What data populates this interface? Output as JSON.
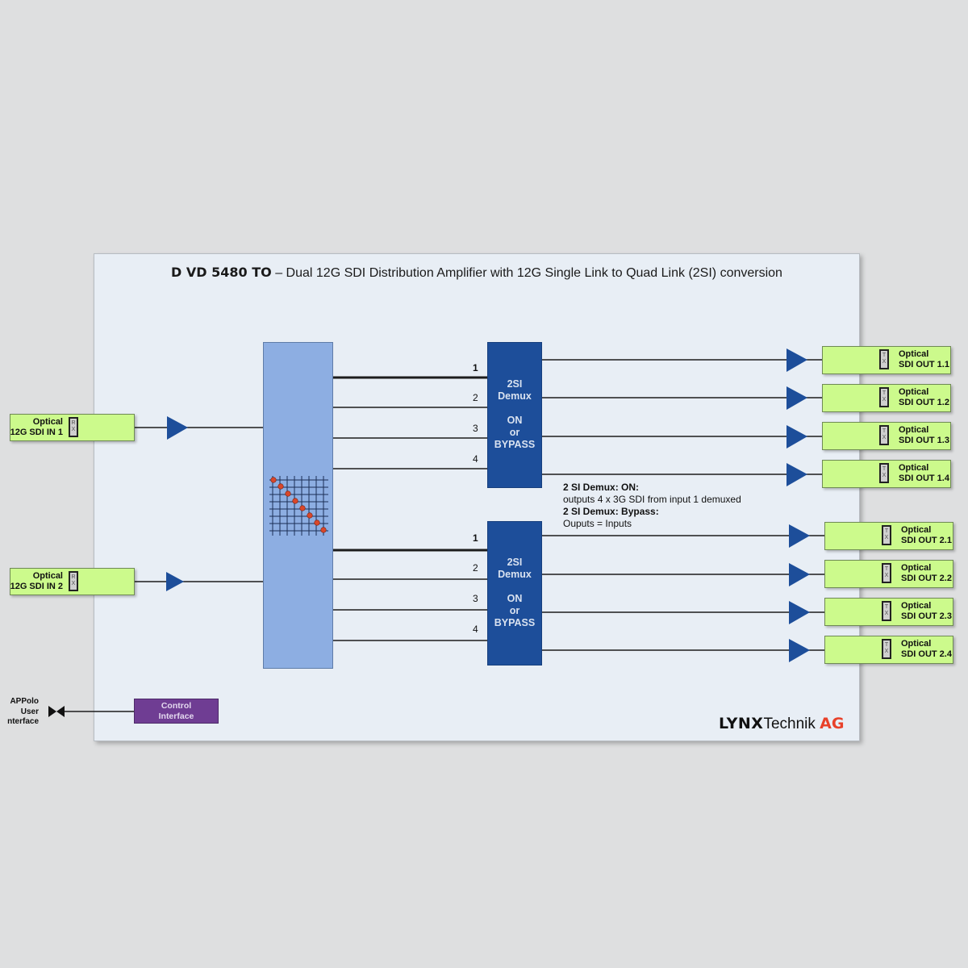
{
  "title": {
    "model": "D VD 5480 TO",
    "description": " – Dual 12G SDI Distribution Amplifier with 12G Single Link to Quad Link (2SI) conversion"
  },
  "inputs": [
    {
      "line1": "Optical",
      "line2": "12G SDI IN 1",
      "connector": "RX"
    },
    {
      "line1": "Optical",
      "line2": "12G SDI IN 2",
      "connector": "RX"
    }
  ],
  "demux_blocks": [
    {
      "line1": "2SI",
      "line2": "Demux",
      "line3": "ON",
      "line4": "or",
      "line5": "BYPASS",
      "channels": [
        "1",
        "2",
        "3",
        "4"
      ]
    },
    {
      "line1": "2SI",
      "line2": "Demux",
      "line3": "ON",
      "line4": "or",
      "line5": "BYPASS",
      "channels": [
        "1",
        "2",
        "3",
        "4"
      ]
    }
  ],
  "outputs": [
    {
      "line1": "Optical",
      "line2": "SDI OUT 1.1",
      "connector": "TX"
    },
    {
      "line1": "Optical",
      "line2": "SDI OUT 1.2",
      "connector": "TX"
    },
    {
      "line1": "Optical",
      "line2": "SDI OUT 1.3",
      "connector": "TX"
    },
    {
      "line1": "Optical",
      "line2": "SDI OUT 1.4",
      "connector": "TX"
    },
    {
      "line1": "Optical",
      "line2": "SDI OUT 2.1",
      "connector": "TX"
    },
    {
      "line1": "Optical",
      "line2": "SDI OUT 2.2",
      "connector": "TX"
    },
    {
      "line1": "Optical",
      "line2": "SDI OUT 2.3",
      "connector": "TX"
    },
    {
      "line1": "Optical",
      "line2": "SDI OUT 2.4",
      "connector": "TX"
    }
  ],
  "note": {
    "on_heading": "2 SI Demux: ON:",
    "on_text": "outputs 4 x 3G SDI from input 1 demuxed",
    "bypass_heading": "2 SI Demux: Bypass:",
    "bypass_text": "Ouputs = Inputs"
  },
  "control": {
    "line1": "Control",
    "line2": "Interface"
  },
  "appolo": {
    "line1": "APPolo",
    "line2": "User",
    "line3": "nterface"
  },
  "logo": {
    "brand": "LYNX",
    "name": "Technik",
    "suffix": "AG"
  },
  "colors": {
    "panel": "#e8eef5",
    "green": "#ccfa8c",
    "demux": "#1d4e9a",
    "matrix": "#8daee2",
    "control": "#6f3d93",
    "amp": "#1d4e9a",
    "crosspoint": "#d9472b",
    "logo_accent": "#e8412a"
  }
}
